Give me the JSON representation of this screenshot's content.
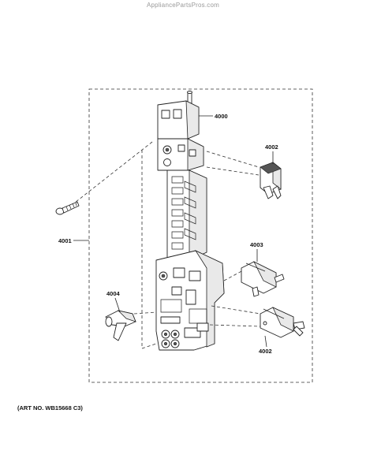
{
  "watermark": "AppliancePartsPros.com",
  "callouts": {
    "assembly": "4000",
    "bracket": "4001",
    "switch_upper": "4002",
    "switch_middle": "4003",
    "switch_lower": "4002",
    "lever": "4004"
  },
  "art_number": "(ART NO. WB15668 C3)"
}
